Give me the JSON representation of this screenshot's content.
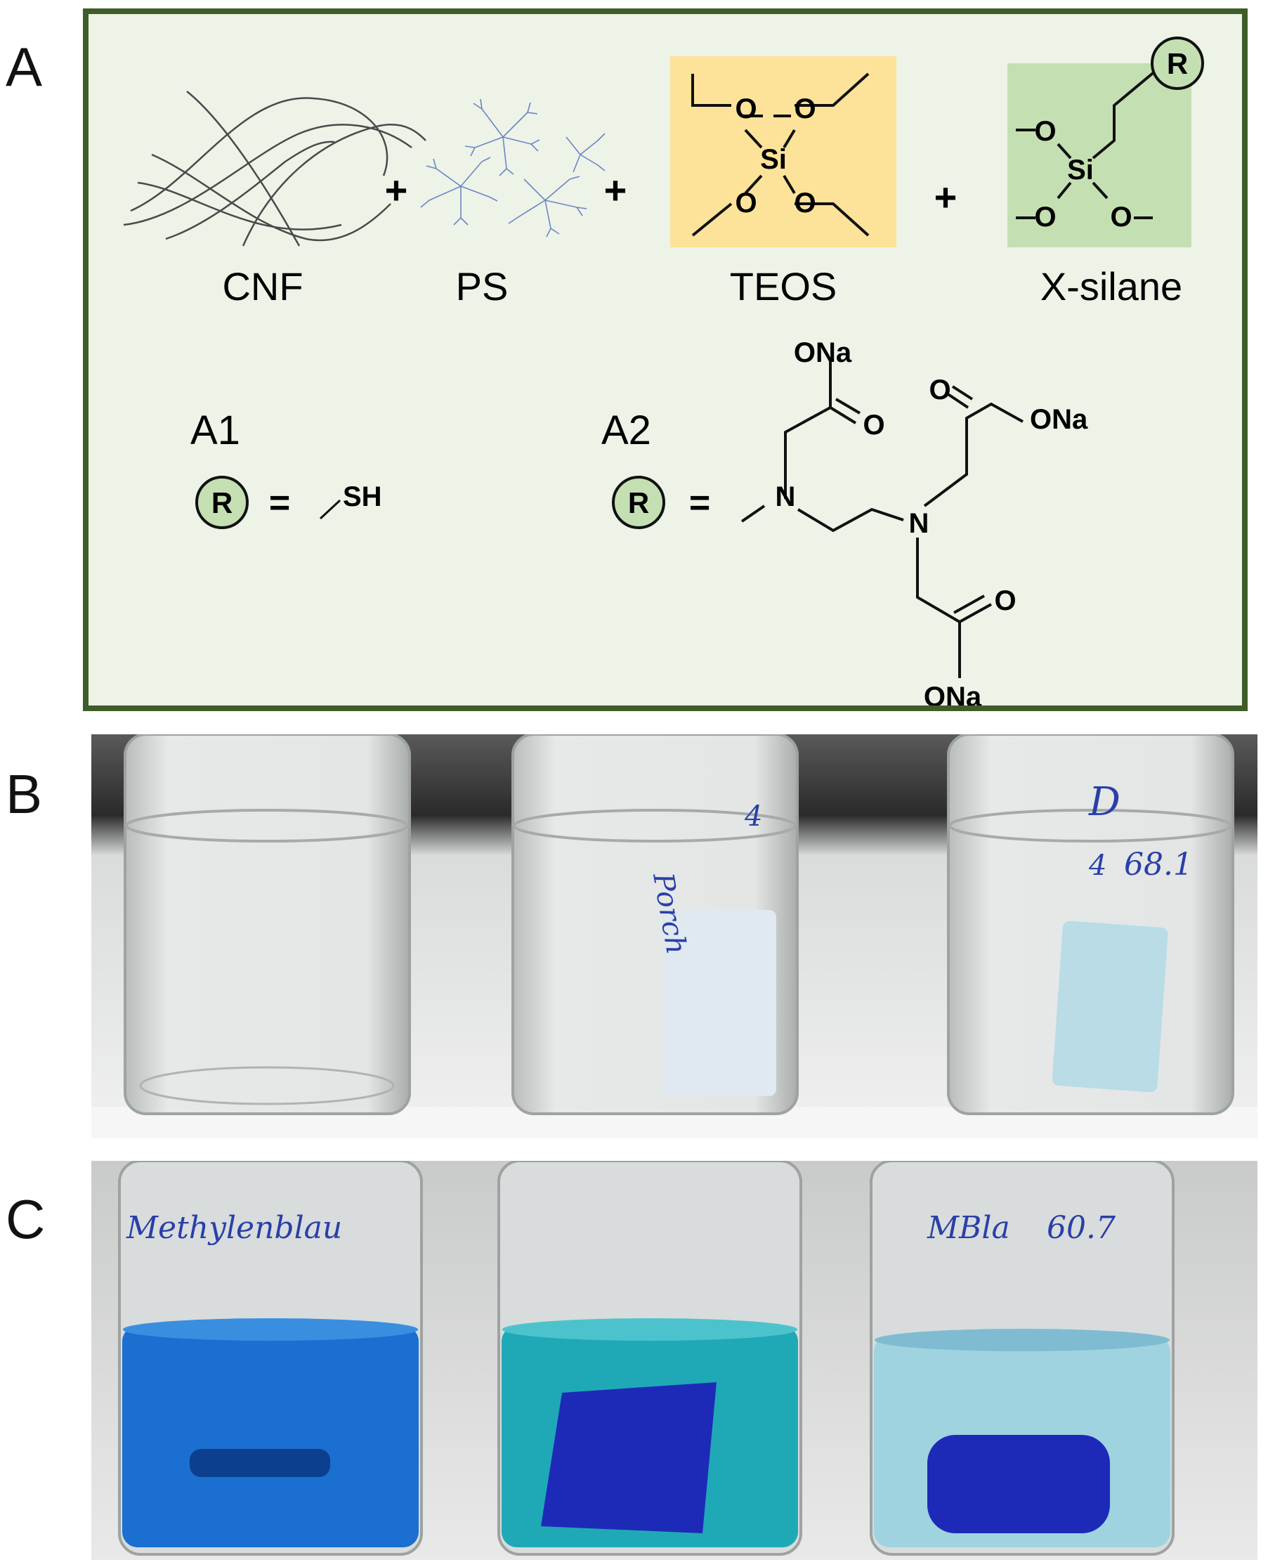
{
  "panel_labels": {
    "a": "A",
    "b": "B",
    "c": "C"
  },
  "scheme": {
    "components": [
      {
        "id": "cnf",
        "label": "CNF"
      },
      {
        "id": "ps",
        "label": "PS"
      },
      {
        "id": "teos",
        "label": "TEOS"
      },
      {
        "id": "xsilane",
        "label": "X-silane"
      }
    ],
    "plus": "+",
    "atoms": {
      "o": "O",
      "si": "Si",
      "r": "R",
      "n": "N",
      "ona": "ONa",
      "sh": "SH"
    },
    "equals": "=",
    "variant_a1": "A1",
    "variant_a2": "A2"
  },
  "colors": {
    "frame": "#3f5d28",
    "panel_bg": "#eef3e8",
    "teos_box": "#fde39a",
    "xsilane_box": "#c4e0b2",
    "r_circle": "#c4e0b2",
    "dye_blue": "#1a6fd0",
    "dye_teal": "#1fa9b6",
    "dye_light": "#9fd3e0",
    "sample_dark_blue": "#1d2ab8"
  },
  "photo_b": {
    "handwriting": [
      "Porch",
      "4",
      "D",
      "4",
      "68.1"
    ]
  },
  "photo_c": {
    "handwriting": [
      "Methylenblau",
      "MBla",
      "60.7"
    ]
  }
}
